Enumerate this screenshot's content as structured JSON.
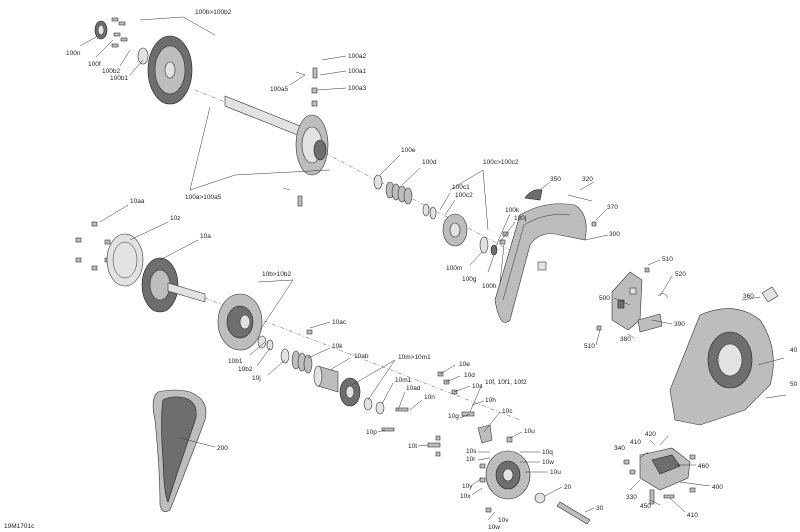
{
  "diagram": {
    "code": "19M1701c",
    "labels": {
      "l100b": "100b>100b2",
      "l100n": "100n",
      "l100f": "100f",
      "l100b2": "100b2",
      "l100b1": "100b1",
      "l100a2": "100a2",
      "l100a1": "100a1",
      "l100a5": "100a5",
      "l100a3": "100a3",
      "l100a": "100a>100a5",
      "l100e": "100e",
      "l100d": "100d",
      "l100c": "100c>100c2",
      "l100c1": "100c1",
      "l100c2": "100c2",
      "l100k": "100k",
      "l100j": "100j",
      "l100m": "100m",
      "l100g": "100g",
      "l100h": "100h",
      "l350": "350",
      "l320": "320",
      "l370": "370",
      "l300": "300",
      "l10aa": "10aa",
      "l10z": "10z",
      "l10a": "10a",
      "l10b": "10b>10b2",
      "l10ac": "10ac",
      "l10b1": "10b1",
      "l10b2": "10b2",
      "l10j": "10j",
      "l10k": "10k",
      "l10ab": "10ab",
      "l10m": "10m>10m1",
      "l10m1": "10m1",
      "l10ad": "10ad",
      "l10n": "10n",
      "l10p": "10p",
      "l10e": "10e",
      "l10d": "10d",
      "l10s": "10s",
      "l10f": "10f, 10f1, 10f2",
      "l10h": "10h",
      "l10g": "10g",
      "l10c": "10c",
      "l10t": "10t",
      "l10u1": "10u",
      "l10s2": "10s",
      "l10r": "10r",
      "l10q": "10q",
      "l10w": "10w",
      "l10u2": "10u",
      "l10y": "10y",
      "l10x": "10x",
      "l10v": "10v",
      "l10w2": "10w",
      "l20": "20",
      "l30": "30",
      "l200": "200",
      "l510a": "510",
      "l520": "520",
      "l500": "500",
      "l390": "390",
      "l510b": "510",
      "l380": "380",
      "l360": "360",
      "l40": "40",
      "l50": "50",
      "l420": "420",
      "l340": "340",
      "l410a": "410",
      "l460": "460",
      "l400": "400",
      "l330": "330",
      "l450": "450",
      "l410b": "410"
    }
  }
}
